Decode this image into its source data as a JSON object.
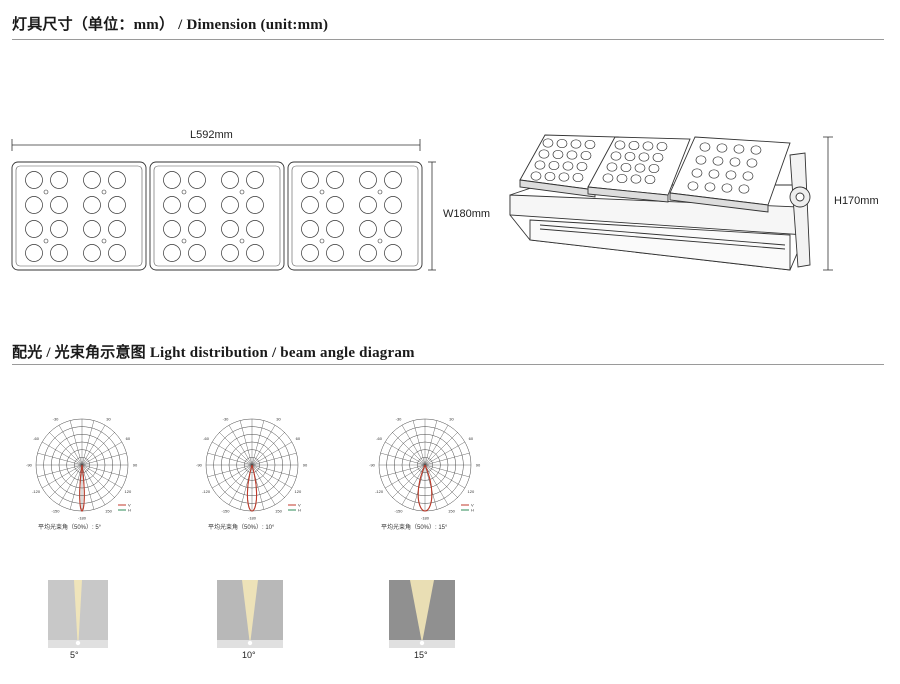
{
  "dimension_section": {
    "title": "灯具尺寸（单位：mm） / Dimension (unit:mm)",
    "length_label": "L592mm",
    "width_label": "W180mm",
    "height_label": "H170mm"
  },
  "beam_section": {
    "title": "配光 / 光束角示意图   Light distribution / beam angle diagram"
  },
  "polar_diagrams": [
    {
      "caption": "平均光束角（50%）: 5°",
      "angle_label": "5°",
      "tick_labels": [
        "-150",
        "-180",
        "150",
        "-120",
        "120",
        "-90",
        "90",
        "-60",
        "60",
        "-30",
        "30"
      ],
      "legend": [
        "V",
        "H"
      ],
      "beam_deg": 5,
      "beam_bg": "#c8c8c8"
    },
    {
      "caption": "平均光束角（50%）: 10°",
      "angle_label": "10°",
      "tick_labels": [
        "-150",
        "-180",
        "150",
        "-120",
        "120",
        "-90",
        "90",
        "-60",
        "60",
        "-30",
        "30"
      ],
      "legend": [
        "V",
        "H"
      ],
      "beam_deg": 10,
      "beam_bg": "#b8b8b8"
    },
    {
      "caption": "平均光束角（50%）: 15°",
      "angle_label": "15°",
      "tick_labels": [
        "-150",
        "-180",
        "150",
        "-120",
        "120",
        "-90",
        "90",
        "-60",
        "60",
        "-30",
        "30"
      ],
      "legend": [
        "V",
        "H"
      ],
      "beam_deg": 15,
      "beam_bg": "#909090"
    }
  ],
  "colors": {
    "v_curve": "#c0392b",
    "h_curve": "#2e8b57",
    "rule": "#9a9a9a",
    "beam_light": "#f3e7b8"
  }
}
